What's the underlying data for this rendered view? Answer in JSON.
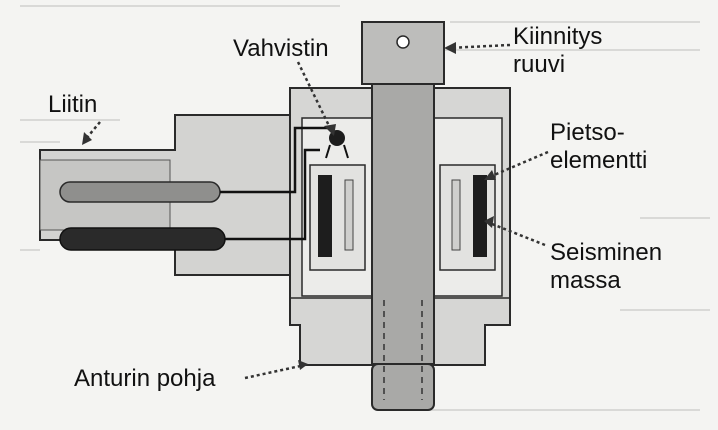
{
  "labels": {
    "vahvistin": "Vahvistin",
    "kiinnitys_line1": "Kiinnitys",
    "kiinnitys_line2": "ruuvi",
    "liitin": "Liitin",
    "pietso_line1": "Pietso-",
    "pietso_line2": "elementti",
    "seisminen_line1": "Seisminen",
    "seisminen_line2": "massa",
    "anturin_pohja": "Anturin pohja"
  },
  "colors": {
    "body": "#d6d6d4",
    "body_stroke": "#2a2a2a",
    "bolt": "#a9a9a7",
    "mass": "#e2e2e0",
    "piezo": "#1d1d1d",
    "wire": "#111111",
    "background": "#f4f4f2"
  }
}
